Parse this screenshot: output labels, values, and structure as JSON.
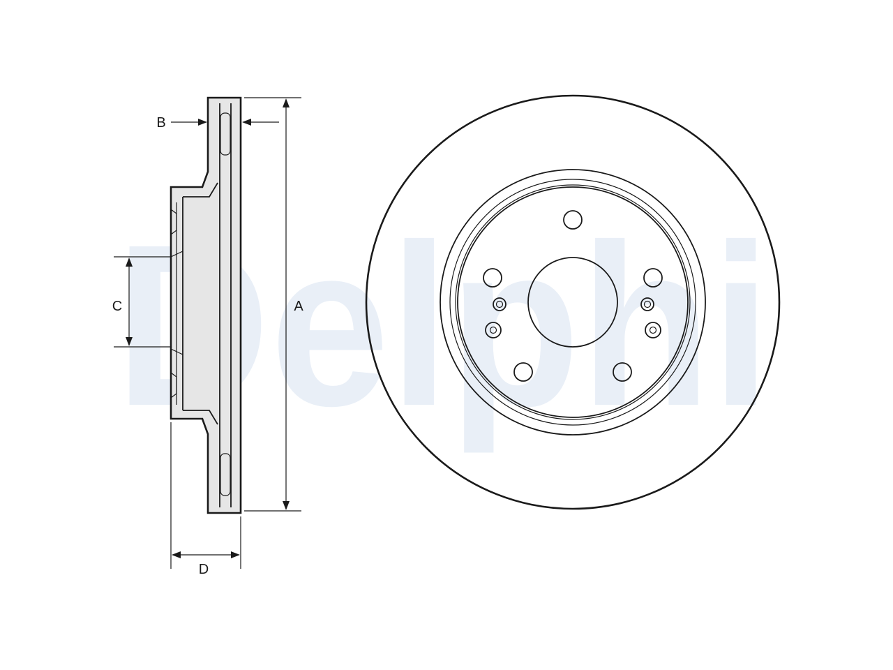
{
  "watermark": {
    "brand_text": "Delphi",
    "color": "#e9eff7"
  },
  "dimension_labels": {
    "a": "A",
    "b": "B",
    "c": "C",
    "d": "D"
  },
  "colors": {
    "line": "#1a1a1a",
    "part_fill": "#e6e6e6",
    "background": "#ffffff"
  }
}
